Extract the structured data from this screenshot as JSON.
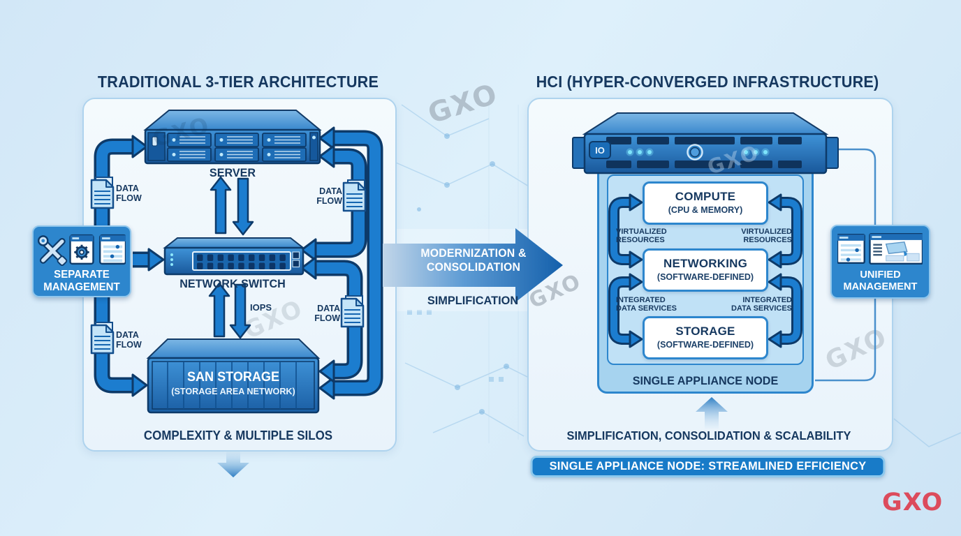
{
  "watermark": "GXO",
  "brand_logo": "GXO",
  "left": {
    "title": "TRADITIONAL 3-TIER ARCHITECTURE",
    "server": "SERVER",
    "switch": "NETWORK SWITCH",
    "san_title": "SAN STORAGE",
    "san_subtitle": "(STORAGE AREA NETWORK)",
    "management": "SEPARATE MANAGEMENT",
    "iops": "IOPS",
    "data_flow": "DATA FLOW",
    "footer": "COMPLEXITY & MULTIPLE SILOS"
  },
  "center": {
    "arrow": "MODERNIZATION & CONSOLIDATION",
    "sub": "SIMPLIFICATION"
  },
  "right": {
    "title": "HCI (HYPER-CONVERGED INFRASTRUCTURE)",
    "appliance_badge": "IO",
    "blocks": [
      {
        "title": "COMPUTE",
        "subtitle": "(CPU & MEMORY)"
      },
      {
        "title": "NETWORKING",
        "subtitle": "(SOFTWARE-DEFINED)"
      },
      {
        "title": "STORAGE",
        "subtitle": "(SOFTWARE-DEFINED)"
      }
    ],
    "virtualized": "VIRTUALIZED RESOURCES",
    "integrated": "INTEGRATED DATA SERVICES",
    "node": "SINGLE APPLIANCE NODE",
    "management": "UNIFIED MANAGEMENT",
    "footer": "SIMPLIFICATION, CONSOLIDATION & SCALABILITY",
    "banner": "SINGLE APPLIANCE NODE: STREAMLINED EFFICIENCY"
  },
  "colors": {
    "accent": "#1c7dcf",
    "navy": "#0d3a69",
    "navy-text": "#16385f",
    "panel-border": "#aed3ee",
    "box-blue": "#2d86cd",
    "banner-blue": "#187bc8",
    "logo-red": "#dc4b5c"
  }
}
